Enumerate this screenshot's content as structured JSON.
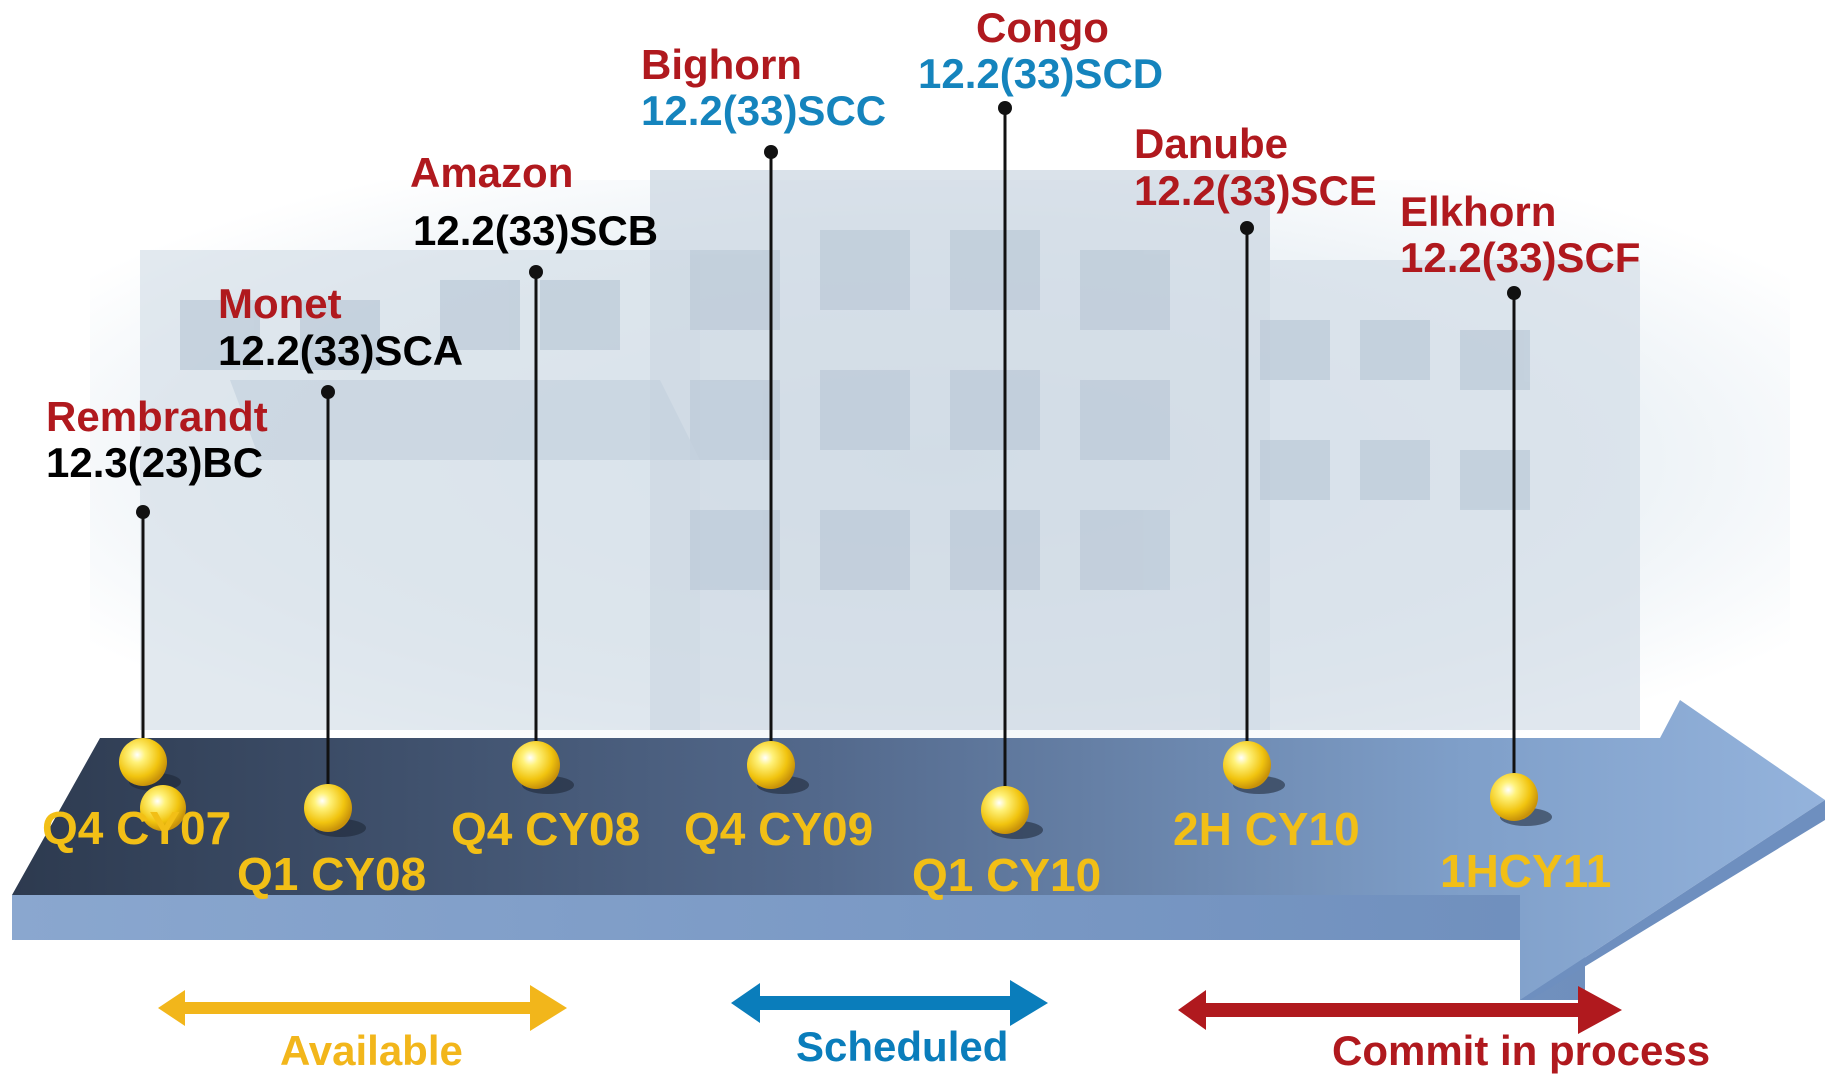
{
  "colors": {
    "name": "#b0191e",
    "version_available": "#000000",
    "version_scheduled": "#1584bd",
    "version_commit": "#b0191e",
    "quarter_label": "#f2bf16",
    "available": "#f2b61b",
    "scheduled": "#0a7dbb",
    "commit": "#b0191e"
  },
  "releases": [
    {
      "name": "Rembrandt",
      "version": "12.3(23)BC",
      "quarter": "Q4 CY07",
      "status": "available"
    },
    {
      "name": "Monet",
      "version": "12.2(33)SCA",
      "quarter": "Q1 CY08",
      "status": "available"
    },
    {
      "name": "Amazon",
      "version": "12.2(33)SCB",
      "quarter": "Q4 CY08",
      "status": "available"
    },
    {
      "name": "Bighorn",
      "version": "12.2(33)SCC",
      "quarter": "Q4 CY09",
      "status": "scheduled"
    },
    {
      "name": "Congo",
      "version": "12.2(33)SCD",
      "quarter": "Q1 CY10",
      "status": "scheduled"
    },
    {
      "name": "Danube",
      "version": "12.2(33)SCE",
      "quarter": "2H CY10",
      "status": "commit"
    },
    {
      "name": "Elkhorn",
      "version": "12.2(33)SCF",
      "quarter": "1HCY11",
      "status": "commit"
    }
  ],
  "legend": {
    "available": "Available",
    "scheduled": "Scheduled",
    "commit": "Commit in process"
  }
}
